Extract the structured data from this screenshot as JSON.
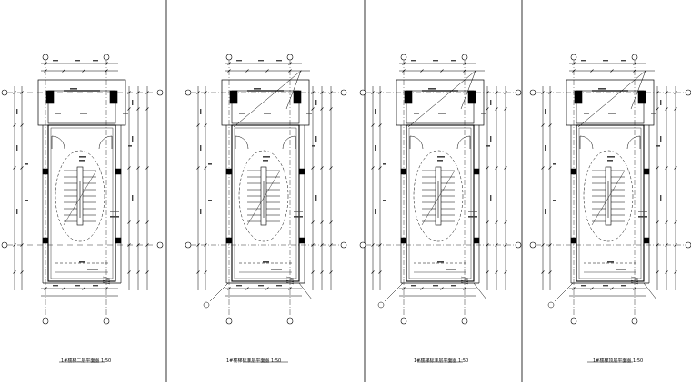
{
  "panels": [
    {
      "id": "p1",
      "title": "1#楼梯二层平面图",
      "scale": "1:50",
      "subtitle": ""
    },
    {
      "id": "p2",
      "title": "1#楼梯标准层平面图",
      "scale": "1:50",
      "subtitle": ""
    },
    {
      "id": "p3",
      "title": "1#楼梯标准层平面图",
      "scale": "1:50",
      "subtitle": ""
    },
    {
      "id": "p4",
      "title": "1#楼梯顶层平面图",
      "scale": "1:50",
      "subtitle": ""
    }
  ],
  "colors": {
    "line": "#000000",
    "background": "#ffffff"
  }
}
